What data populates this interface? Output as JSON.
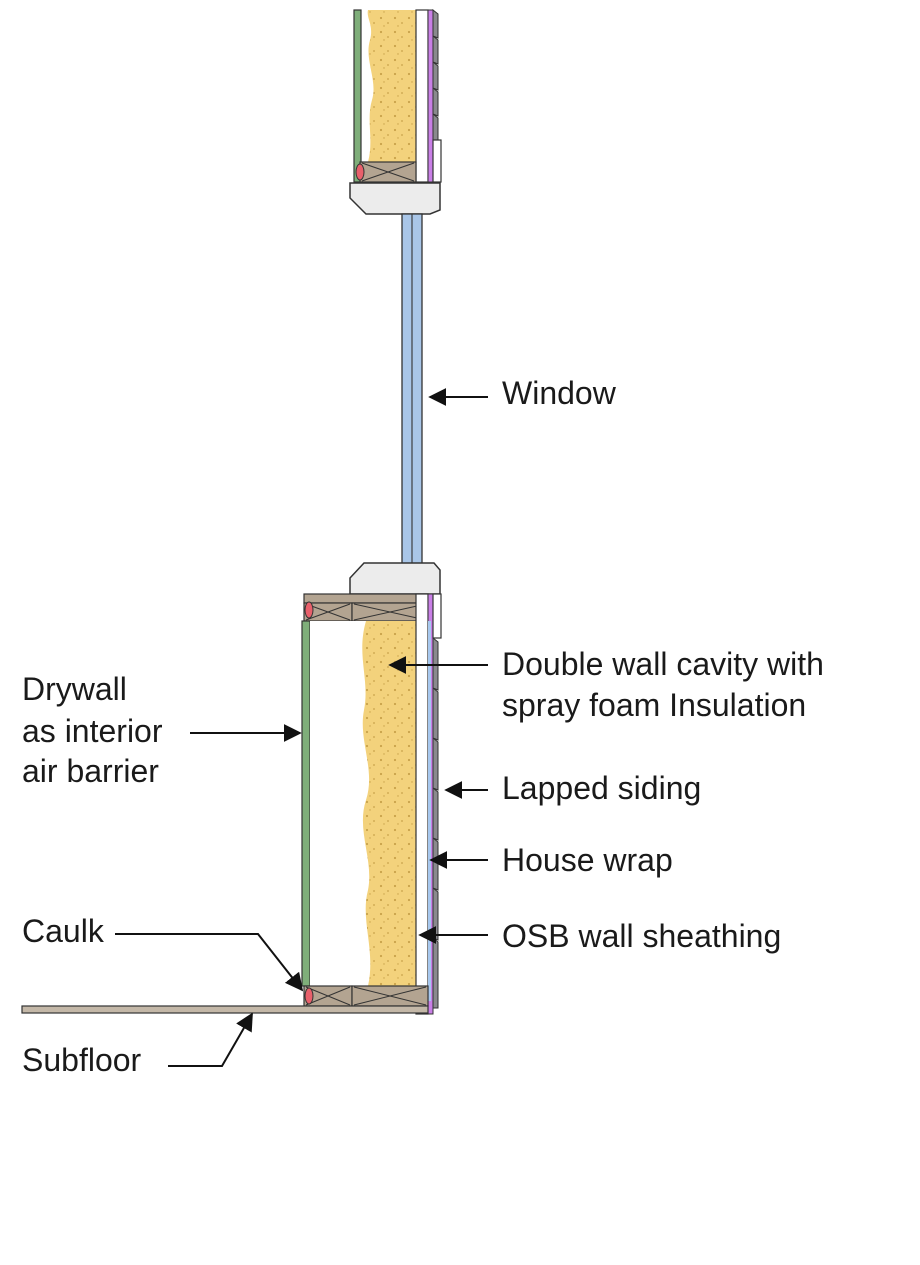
{
  "labels": {
    "window": "Window",
    "double_wall_line1": "Double wall cavity with",
    "double_wall_line2": "spray foam Insulation",
    "drywall_line1": "Drywall",
    "drywall_line2": "as interior",
    "drywall_line3": "air barrier",
    "lapped_siding": "Lapped siding",
    "house_wrap": "House wrap",
    "caulk": "Caulk",
    "osb_sheathing": "OSB wall sheathing",
    "subfloor": "Subfloor"
  },
  "colors": {
    "foam": "#f3d27c",
    "foam_dots": "#c9a24a",
    "drywall": "#7fae7a",
    "house_wrap": "#c97fe6",
    "wrap_blue": "#a7c8ee",
    "siding": "#8a8a8e",
    "lumber": "#b3a491",
    "glass": "#a9c6e8",
    "caulk": "#e8606b",
    "sill": "#ececec",
    "subfloor": "#c4b8a8",
    "leader": "#111111"
  }
}
